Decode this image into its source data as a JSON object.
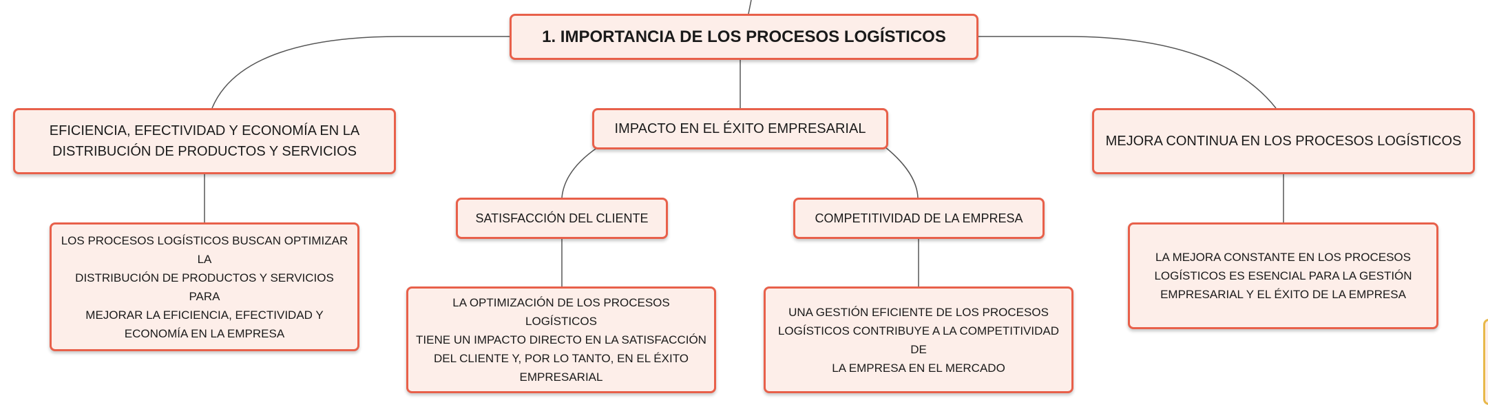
{
  "root": {
    "label": "1. IMPORTANCIA DE LOS PROCESOS LOGÍSTICOS"
  },
  "branches": [
    {
      "label": "EFICIENCIA, EFECTIVIDAD Y ECONOMÍA EN LA\nDISTRIBUCIÓN DE PRODUCTOS Y SERVICIOS",
      "detail": "LOS PROCESOS LOGÍSTICOS BUSCAN OPTIMIZAR LA\nDISTRIBUCIÓN DE PRODUCTOS Y SERVICIOS PARA\nMEJORAR LA EFICIENCIA, EFECTIVIDAD Y\nECONOMÍA EN LA EMPRESA"
    },
    {
      "label": "IMPACTO EN EL ÉXITO EMPRESARIAL",
      "children": [
        {
          "label": "SATISFACCIÓN DEL CLIENTE",
          "detail": "LA OPTIMIZACIÓN DE LOS PROCESOS LOGÍSTICOS\nTIENE UN IMPACTO DIRECTO EN LA SATISFACCIÓN\nDEL CLIENTE Y, POR LO TANTO, EN EL ÉXITO\nEMPRESARIAL"
        },
        {
          "label": "COMPETITIVIDAD DE LA EMPRESA",
          "detail": "UNA GESTIÓN EFICIENTE DE LOS PROCESOS\nLOGÍSTICOS CONTRIBUYE A LA COMPETITIVIDAD DE\nLA EMPRESA EN EL MERCADO"
        }
      ]
    },
    {
      "label": "MEJORA CONTINUA EN LOS PROCESOS LOGÍSTICOS",
      "detail": "LA MEJORA CONSTANTE EN LOS PROCESOS\nLOGÍSTICOS ES ESENCIAL PARA LA GESTIÓN\nEMPRESARIAL Y EL ÉXITO DE LA EMPRESA"
    }
  ]
}
